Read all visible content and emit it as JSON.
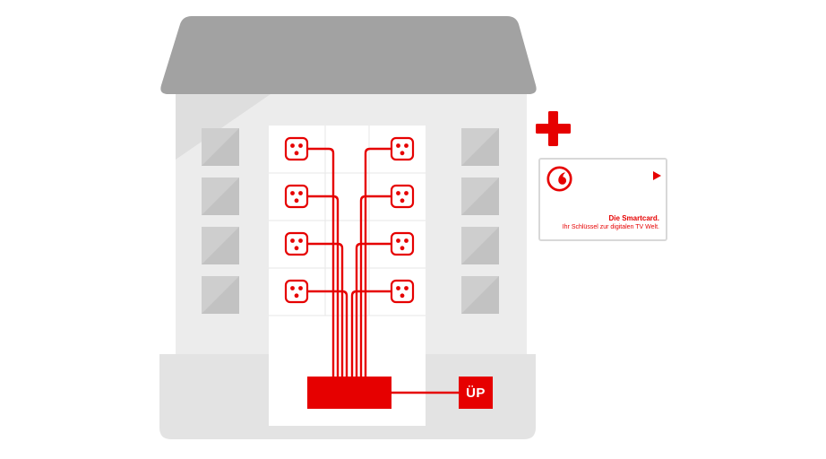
{
  "colors": {
    "accent": "#e60000",
    "roof": "#a2a2a2",
    "facade": "#ececec",
    "base_floor": "#e3e3e3",
    "window": "#c2c2c2",
    "shaft": "#ffffff"
  },
  "building": {
    "floors": 4,
    "outlets_per_floor": 2,
    "outlet_count": 8
  },
  "transfer_point": {
    "label": "ÜP"
  },
  "smartcard": {
    "title": "Die Smartcard.",
    "subtitle": "Ihr Schlüssel zur digitalen TV Welt."
  },
  "icons": {
    "plus_icon": "+",
    "play_arrow_icon": "▶",
    "cable_outlet_icon": "multimedia-wall-socket",
    "vodafone_logo_icon": "speech-mark-in-circle"
  }
}
